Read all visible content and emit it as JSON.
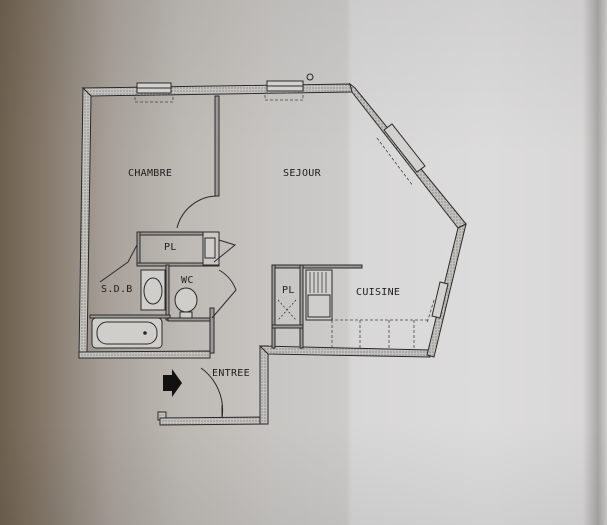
{
  "plan": {
    "type": "floor plan (photographed print)",
    "rooms": [
      {
        "id": "chambre",
        "label": "CHAMBRE"
      },
      {
        "id": "sejour",
        "label": "SEJOUR"
      },
      {
        "id": "placard_1",
        "label": "PL"
      },
      {
        "id": "sdb",
        "label": "S.D.B"
      },
      {
        "id": "wc",
        "label": "WC"
      },
      {
        "id": "placard_2",
        "label": "PL"
      },
      {
        "id": "cuisine",
        "label": "CUISINE"
      },
      {
        "id": "entree",
        "label": "ENTREE"
      }
    ],
    "symbols": [
      "entry-arrow",
      "door-swings",
      "windows",
      "bathtub",
      "washbasin",
      "toilet",
      "sink",
      "kitchen-counter",
      "water-heater"
    ]
  },
  "colors": {
    "wall_fill": "#b9b7b3",
    "line": "#2a2a2a",
    "paper_left": "#6f604e",
    "paper_right": "#dddcdc"
  }
}
